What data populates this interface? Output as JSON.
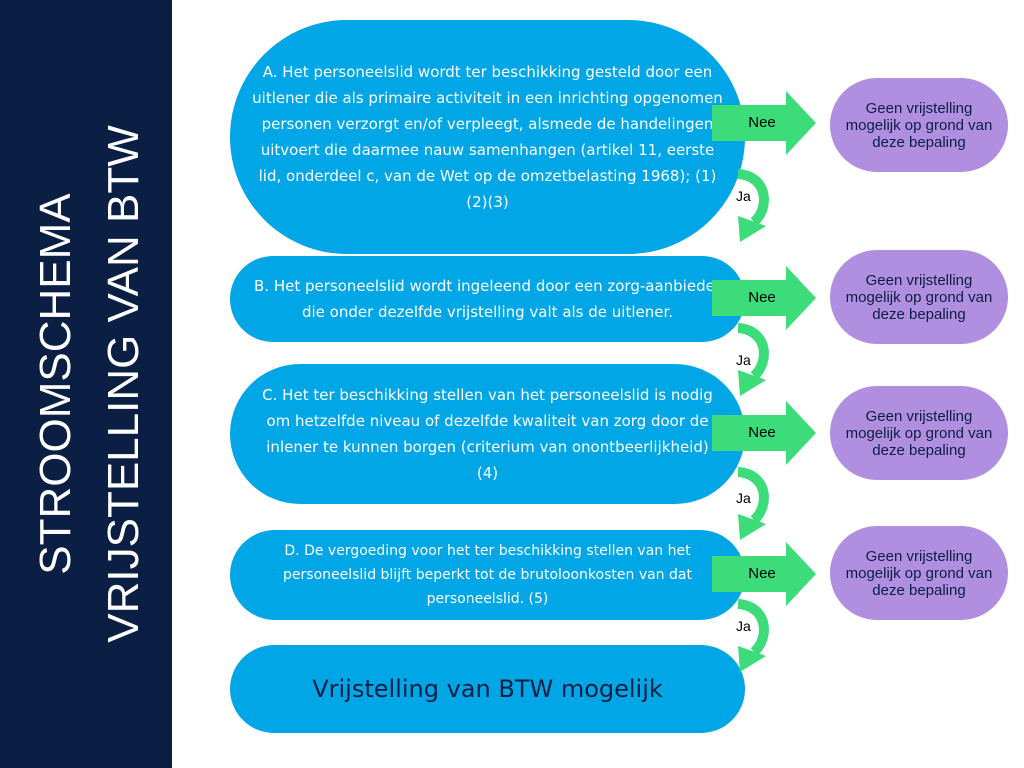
{
  "sidebar": {
    "line1": "STROOMSCHEMA",
    "line2": "VRIJSTELLING VAN BTW"
  },
  "steps": {
    "a": "A. Het personeelslid wordt ter beschikking gesteld door een uitlener die als primaire activiteit in een inrichting opgenomen personen verzorgt en/of verpleegt, alsmede de handelingen uitvoert die daarmee nauw samenhangen (artikel 11, eerste lid, onderdeel c, van de Wet op de omzetbelasting 1968); (1)(2)(3)",
    "b": "B. Het personeelslid wordt ingeleend door een zorg-aanbieder die onder dezelfde vrijstelling valt als de uitlener.",
    "c": "C. Het ter beschikking stellen van het personeelslid is nodig om hetzelfde niveau of dezelfde kwaliteit van zorg door de inlener te kunnen borgen (criterium van onontbeerlijkheid) (4)",
    "d": "D. De vergoeding voor het ter beschikking stellen van het personeelslid blijft beperkt tot de brutoloonkosten van dat personeelslid. (5)",
    "final": "Vrijstelling van BTW mogelijk"
  },
  "outcome": "Geen vrijstelling mogelijk op grond van deze bepaling",
  "labels": {
    "no": "Nee",
    "yes": "Ja"
  },
  "colors": {
    "sidebar": "#0b1f45",
    "step": "#00a6e5",
    "outcome": "#b08ee0",
    "arrow": "#3ddc7a"
  }
}
